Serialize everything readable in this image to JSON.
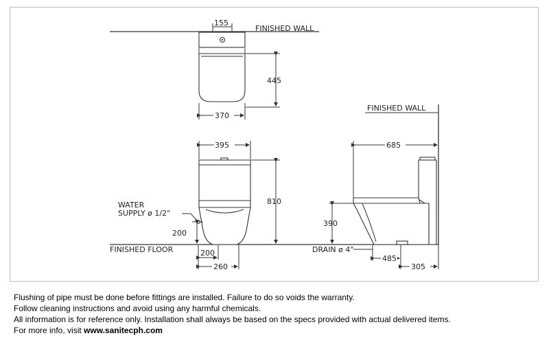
{
  "labels": {
    "finished_wall_top": "FINISHED  WALL",
    "finished_wall_side": "FINISHED  WALL",
    "finished_floor": "FINISHED  FLOOR",
    "water_supply_line1": "WATER",
    "water_supply_line2": "SUPPLY  ø 1/2\"",
    "drain": "DRAIN  ø  4\""
  },
  "dimensions": {
    "tank_depth": "155",
    "height_445": "445",
    "width_370": "370",
    "width_395": "395",
    "height_810": "810",
    "supply_200_vertical": "200",
    "supply_200_horizontal": "200",
    "width_260": "260",
    "length_685": "685",
    "height_390": "390",
    "offset_485": "485",
    "rough_in_305": "305"
  },
  "notes": [
    "Flushing of pipe must be done before fittings are installed. Failure to do so voids the warranty.",
    "Follow cleaning instructions and avoid using any harmful chemicals.",
    "All information is for reference only. Installation shall always be based on the specs provided with actual delivered items."
  ],
  "more_info": {
    "prefix": "For more info, visit ",
    "link": "www.sanitecph.com"
  }
}
